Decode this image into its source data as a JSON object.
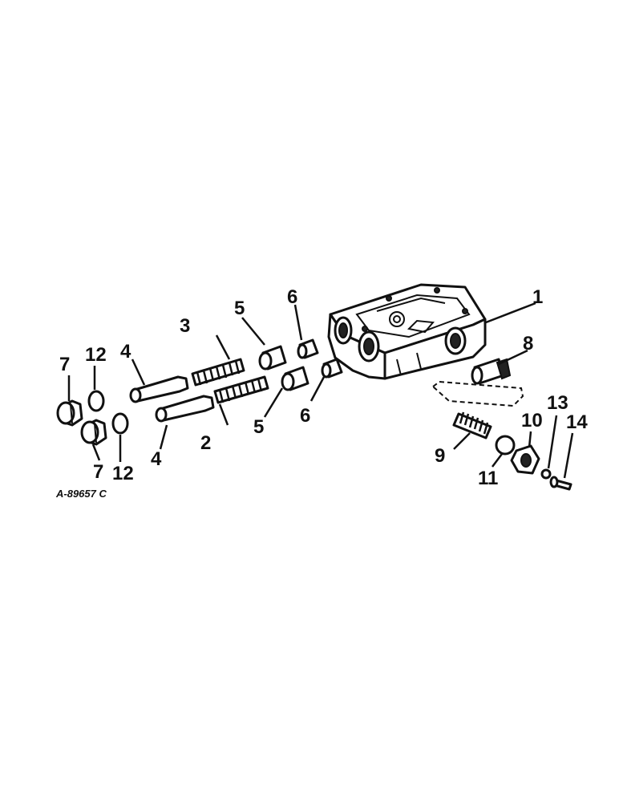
{
  "diagram": {
    "figure_id": "A-89657 C",
    "callouts": [
      {
        "id": "c1",
        "text": "1"
      },
      {
        "id": "c2",
        "text": "2"
      },
      {
        "id": "c3",
        "text": "3"
      },
      {
        "id": "c4a",
        "text": "4"
      },
      {
        "id": "c4b",
        "text": "4"
      },
      {
        "id": "c5a",
        "text": "5"
      },
      {
        "id": "c5b",
        "text": "5"
      },
      {
        "id": "c6a",
        "text": "6"
      },
      {
        "id": "c6b",
        "text": "6"
      },
      {
        "id": "c7a",
        "text": "7"
      },
      {
        "id": "c7b",
        "text": "7"
      },
      {
        "id": "c8",
        "text": "8"
      },
      {
        "id": "c9",
        "text": "9"
      },
      {
        "id": "c10",
        "text": "10"
      },
      {
        "id": "c11",
        "text": "11"
      },
      {
        "id": "c12a",
        "text": "12"
      },
      {
        "id": "c12b",
        "text": "12"
      },
      {
        "id": "c13",
        "text": "13"
      },
      {
        "id": "c14",
        "text": "14"
      }
    ]
  }
}
